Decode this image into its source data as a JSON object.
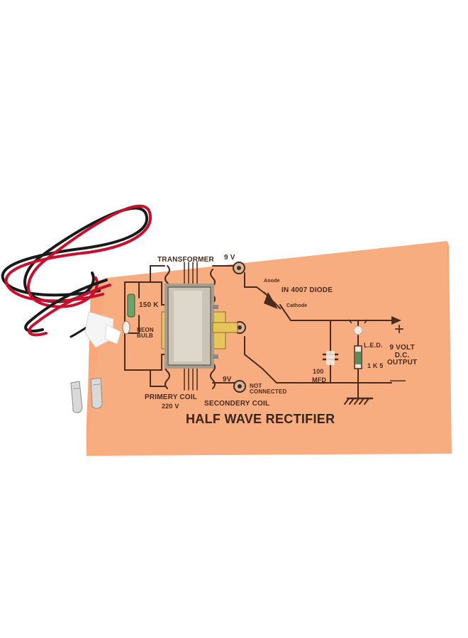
{
  "board": {
    "title": "HALF WAVE RECTIFIER",
    "labels": {
      "transformer": "TRANSFORMER",
      "nine_v_top": "9 V",
      "anode": "Anode",
      "diode": "IN 4007 DIODE",
      "cathode": "Cathode",
      "resistor_150k": "150 K",
      "neon_bulb": "NEON\nBULB",
      "led": "L.E.D.",
      "plus": "+",
      "output": "9 VOLT\nD.C.\nOUTPUT",
      "cap_100": "100",
      "cap_mfd": "MFD",
      "resistor_1k5": "1 K 5",
      "minus": "—",
      "nine_v_bottom": "9V",
      "not_connected": "NOT\nCONNECTED",
      "primary_coil": "PRIMERY COIL",
      "primary_voltage": "220 V",
      "secondary_coil": "SECONDERY COIL"
    }
  },
  "colors": {
    "board": "#f8a87a",
    "ink": "#4a2a1c",
    "wire_red": "#c8102e",
    "wire_black": "#1a1a1a",
    "transformer_metal": "#b9b2a4",
    "bobbin": "#e7c55a"
  }
}
